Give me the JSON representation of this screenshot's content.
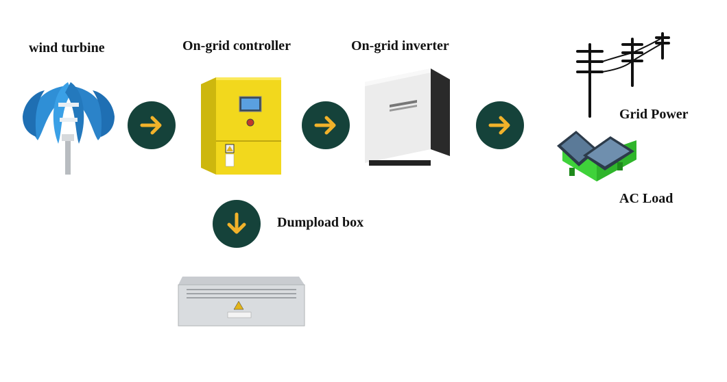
{
  "labels": {
    "wind_turbine": "wind turbine",
    "controller": "On-grid controller",
    "inverter": "On-grid inverter",
    "grid": "Grid Power",
    "ac_load": "AC Load",
    "dumpload": "Dumpload box"
  },
  "colors": {
    "arrow_circle": "#15423a",
    "arrow_glyph": "#f1b22a",
    "turbine": "#2f8fd6",
    "controller": "#f2d81d",
    "inverter": "#ececec",
    "house": "#3fd23a"
  },
  "icons": [
    "wind-turbine-icon",
    "controller-icon",
    "inverter-icon",
    "power-pole-icon",
    "house-icon",
    "dumpload-box-icon",
    "arrow-right-icon",
    "arrow-down-icon"
  ]
}
